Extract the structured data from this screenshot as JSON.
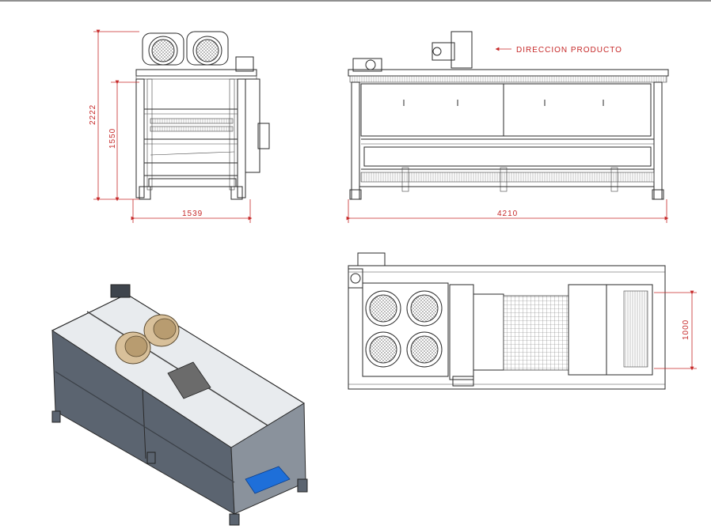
{
  "drawing": {
    "front_view": {
      "overall_height": "2222",
      "frame_height": "1550",
      "width": "1539"
    },
    "side_view": {
      "length": "4210",
      "flow_label": "DIRECCION PRODUCTO"
    },
    "top_view": {
      "depth": "1000"
    }
  },
  "colors": {
    "dimension": "#c62828",
    "line": "#2a2a2a",
    "frame_3d": "#5b6470",
    "fan_3d": "#d8c09a",
    "belt_3d": "#1e6fd9"
  }
}
